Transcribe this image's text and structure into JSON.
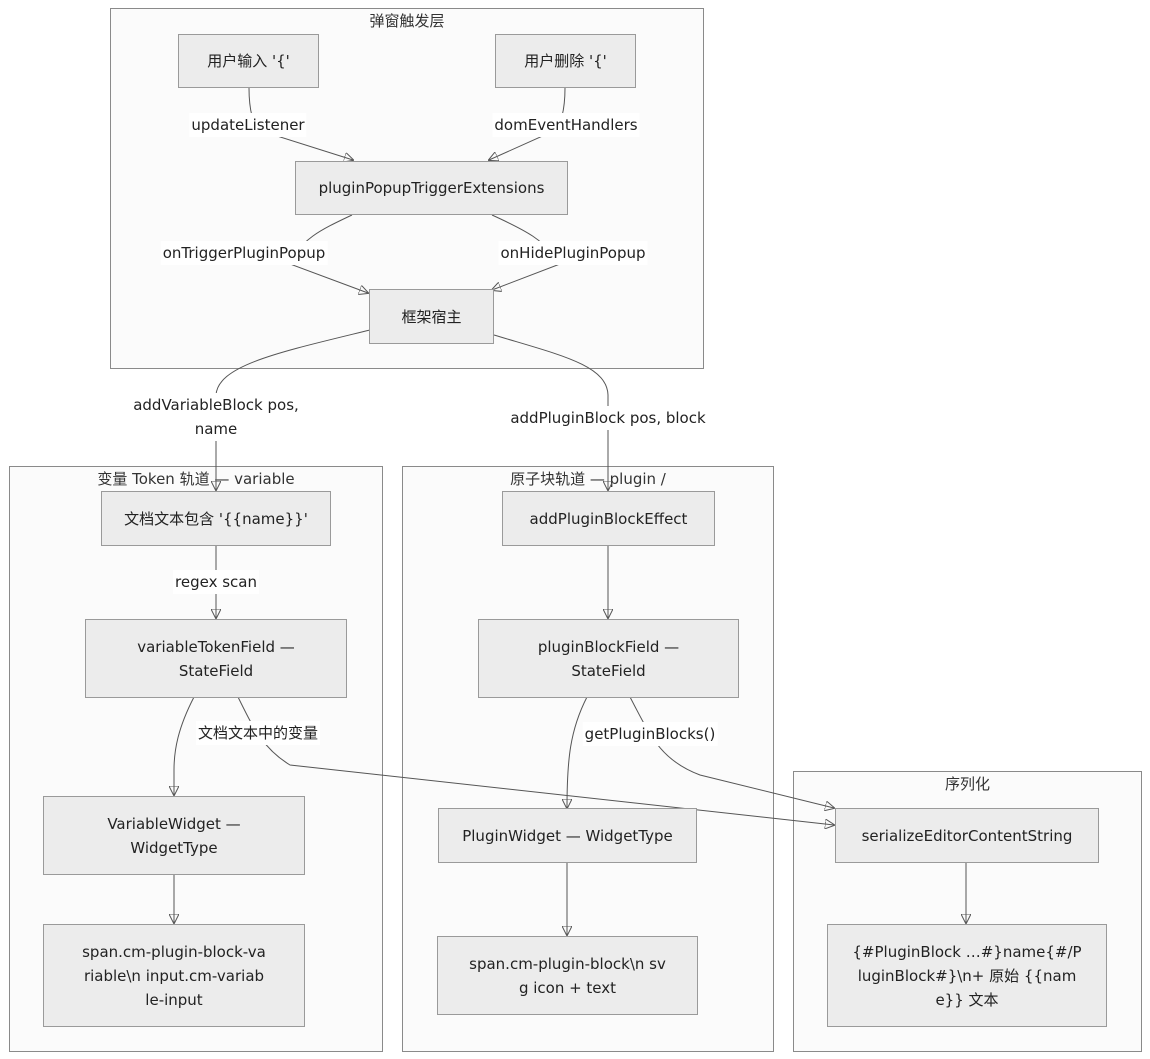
{
  "clusters": {
    "popup_trigger": {
      "title": "弹窗触发层"
    },
    "variable_track": {
      "title": "变量 Token 轨道 — variable"
    },
    "plugin_track": {
      "title": "原子块轨道 — plugin /"
    },
    "serialize": {
      "title": "序列化"
    }
  },
  "nodes": {
    "user_input": "用户输入 '{'",
    "user_delete": "用户删除 '{'",
    "trigger_ext": "pluginPopupTriggerExtensions",
    "host": "框架宿主",
    "doc_text": "文档文本包含 '{{name}}'",
    "var_field": "variableTokenField — StateField",
    "var_widget": "VariableWidget — WidgetType",
    "var_span": "span.cm-plugin-block-variable\\n  input.cm-variable-input",
    "add_effect": "addPluginBlockEffect",
    "plugin_field": "pluginBlockField — StateField",
    "plugin_widget": "PluginWidget — WidgetType",
    "plugin_span": "span.cm-plugin-block\\n svg icon + text",
    "serializer": "serializeEditorContentString",
    "output": "{#PluginBlock …#}name{#/PluginBlock#}\\n+ 原始 {{name}} 文本"
  },
  "edge_labels": {
    "update_listener": "updateListener",
    "dom_event_handlers": "domEventHandlers",
    "on_trigger": "onTriggerPluginPopup",
    "on_hide": "onHidePluginPopup",
    "add_variable": "addVariableBlock pos, name",
    "add_plugin": "addPluginBlock pos, block",
    "regex_scan": "regex scan",
    "doc_vars": "文档文本中的变量",
    "get_plugin_blocks": "getPluginBlocks()"
  },
  "colors": {
    "node_fill": "#ececec",
    "node_border": "#9a9a9a",
    "cluster_fill": "#fbfbfb",
    "cluster_border": "#8a8a8a",
    "edge": "#555555"
  }
}
